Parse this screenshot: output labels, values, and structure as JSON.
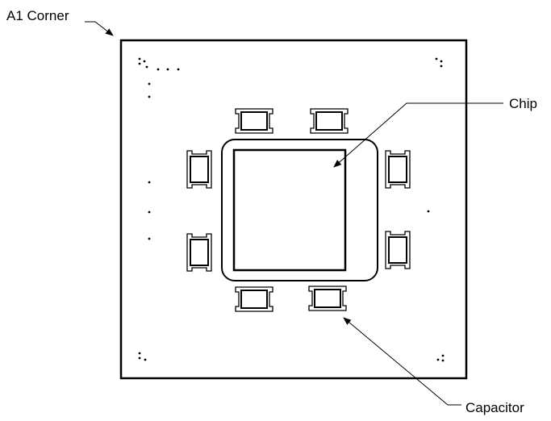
{
  "labels": {
    "a1_corner": "A1 Corner",
    "chip": "Chip",
    "capacitor": "Capacitor"
  },
  "colors": {
    "ink": "#000000",
    "background": "#ffffff"
  }
}
